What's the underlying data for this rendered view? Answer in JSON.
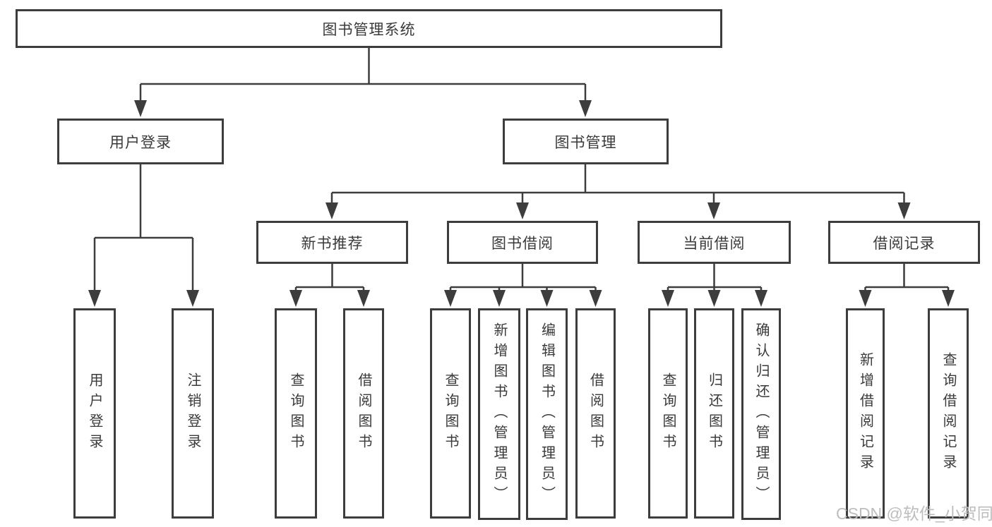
{
  "nodes": {
    "root": "图书管理系统",
    "level1": [
      "用户登录",
      "图书管理"
    ],
    "login_leaves": [
      "用户登录",
      "注销登录"
    ],
    "level2": [
      "新书推荐",
      "图书借阅",
      "当前借阅",
      "借阅记录"
    ],
    "recommend_leaves": [
      "查询图书",
      "借阅图书"
    ],
    "borrow_leaves": [
      "查询图书",
      "新增图书（管理员）",
      "编辑图书（管理员）",
      "借阅图书"
    ],
    "current_leaves": [
      "查询图书",
      "归还图书",
      "确认归还（管理员）"
    ],
    "record_leaves": [
      "新增借阅记录",
      "查询借阅记录"
    ]
  },
  "watermark": "CSDN @软件_小贺同学",
  "colors": {
    "line": "#3d3d3d",
    "text": "#3a3a3a",
    "watermark": "#bdbdbd",
    "background": "#ffffff"
  }
}
